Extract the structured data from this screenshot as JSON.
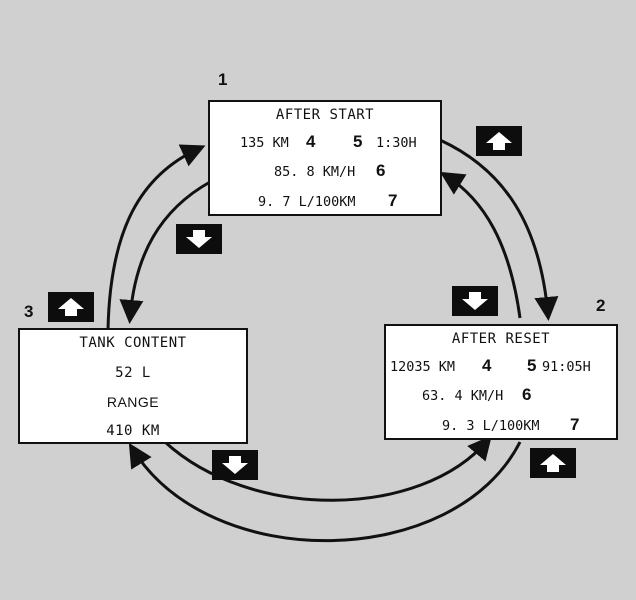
{
  "panels": {
    "after_start": {
      "number": "1",
      "title": "AFTER START",
      "distance": "135 KM",
      "ref_distance": "4",
      "ref_time": "5",
      "time": "1:30H",
      "speed": "85. 8 KM/H",
      "ref_speed": "6",
      "consumption": "9. 7 L/100KM",
      "ref_consumption": "7"
    },
    "after_reset": {
      "number": "2",
      "title": "AFTER RESET",
      "distance": "12035 KM",
      "ref_distance": "4",
      "ref_time": "5",
      "time": "91:05H",
      "speed": "63. 4 KM/H",
      "ref_speed": "6",
      "consumption": "9. 3 L/100KM",
      "ref_consumption": "7"
    },
    "tank_content": {
      "number": "3",
      "title": "TANK CONTENT",
      "volume": "52 L",
      "range_label": "RANGE",
      "range_value": "410 KM"
    }
  },
  "keys": {
    "up_icon": "up-arrow-icon",
    "down_icon": "down-arrow-icon",
    "key_color": "#0d0d0d"
  }
}
